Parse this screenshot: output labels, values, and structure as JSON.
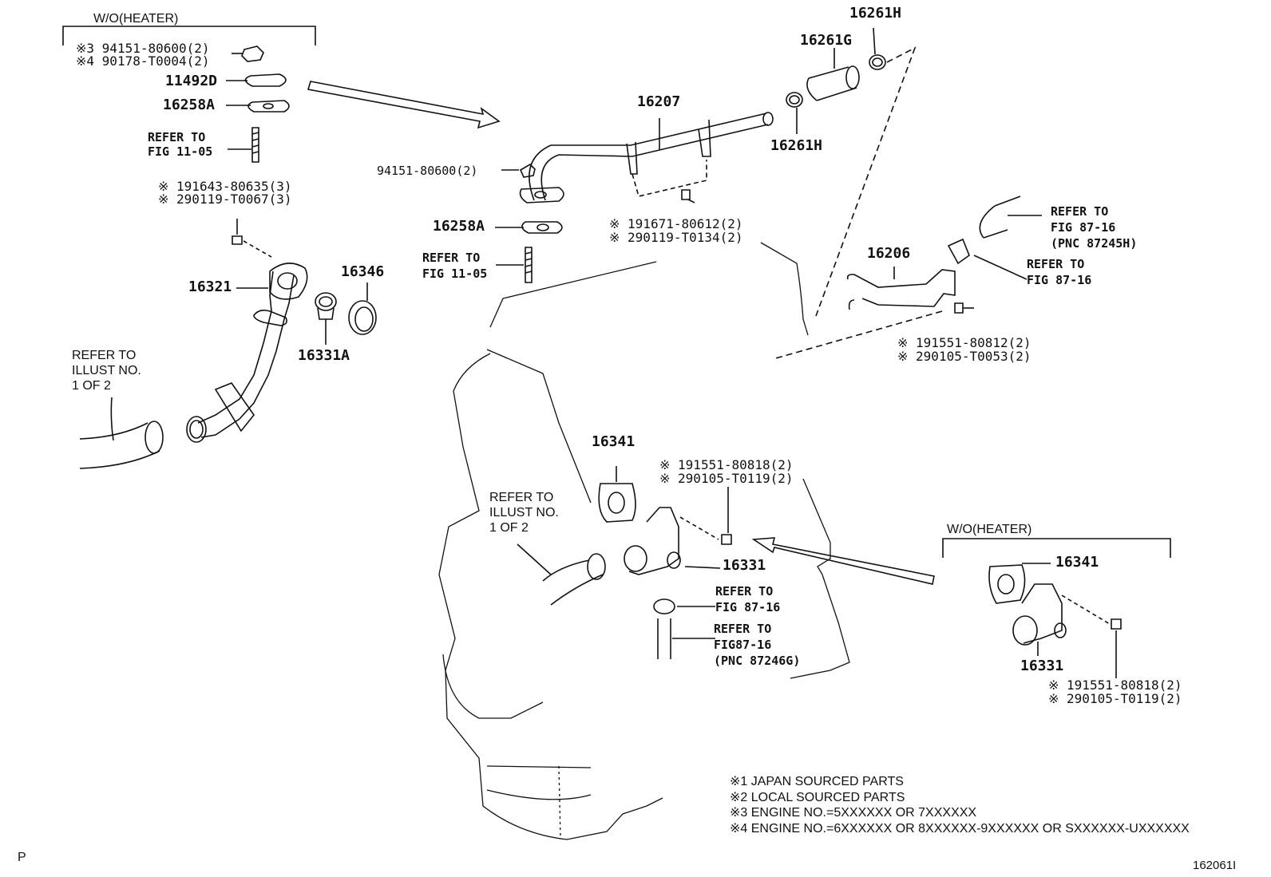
{
  "groups": {
    "wo_heater_top": "W/O(HEATER)",
    "wo_heater_right": "W/O(HEATER)"
  },
  "parts": {
    "p_94151_top": "※3 94151-80600(2)",
    "p_90178_top": "※4 90178-T0004(2)",
    "p_11492D": "11492D",
    "p_16258A_top": "16258A",
    "refer_fig1105_top": "REFER TO\nFIG 11-05",
    "p_191643": "※ 191643-80635(3)",
    "p_290119_t0067": "※ 290119-T0067(3)",
    "p_16321": "16321",
    "p_16346": "16346",
    "p_16331A": "16331A",
    "refer_illust_left": "REFER TO\nILLUST NO.\n1 OF 2",
    "p_16207": "16207",
    "p_16261G": "16261G",
    "p_16261H_top": "16261H",
    "p_16261H_mid": "16261H",
    "p_94151_mid": "94151-80600(2)",
    "p_16258A_mid": "16258A",
    "refer_fig1105_mid": "REFER TO\nFIG 11-05",
    "p_191671": "※ 191671-80612(2)",
    "p_290119_t0134": "※ 290119-T0134(2)",
    "p_16206": "16206",
    "refer_fig8716_pnc245": "REFER TO\nFIG 87-16\n(PNC 87245H)",
    "refer_fig8716_right": "REFER TO\nFIG 87-16",
    "p_191551_80812": "※ 191551-80812(2)",
    "p_290105_t0053": "※ 290105-T0053(2)",
    "p_16341_center": "16341",
    "p_191551_80818_c": "※ 191551-80818(2)",
    "p_290105_t0119_c": "※ 290105-T0119(2)",
    "refer_illust_center": "REFER TO\nILLUST NO.\n1 OF 2",
    "p_16331_center": "16331",
    "refer_fig8716_center": "REFER TO\nFIG 87-16",
    "refer_fig8716_pnc246": "REFER TO\nFIG87-16\n(PNC 87246G)",
    "p_16341_right": "16341",
    "p_16331_right": "16331",
    "p_191551_80818_r": "※ 191551-80818(2)",
    "p_290105_t0119_r": "※ 290105-T0119(2)"
  },
  "notes": [
    "※1 JAPAN SOURCED PARTS",
    "※2 LOCAL SOURCED PARTS",
    "※3 ENGINE NO.=5XXXXXX OR 7XXXXXX",
    "※4 ENGINE NO.=6XXXXXX OR 8XXXXXX-9XXXXXX OR SXXXXXX-UXXXXXX"
  ],
  "corner_left": "P",
  "figure_id": "162061I"
}
